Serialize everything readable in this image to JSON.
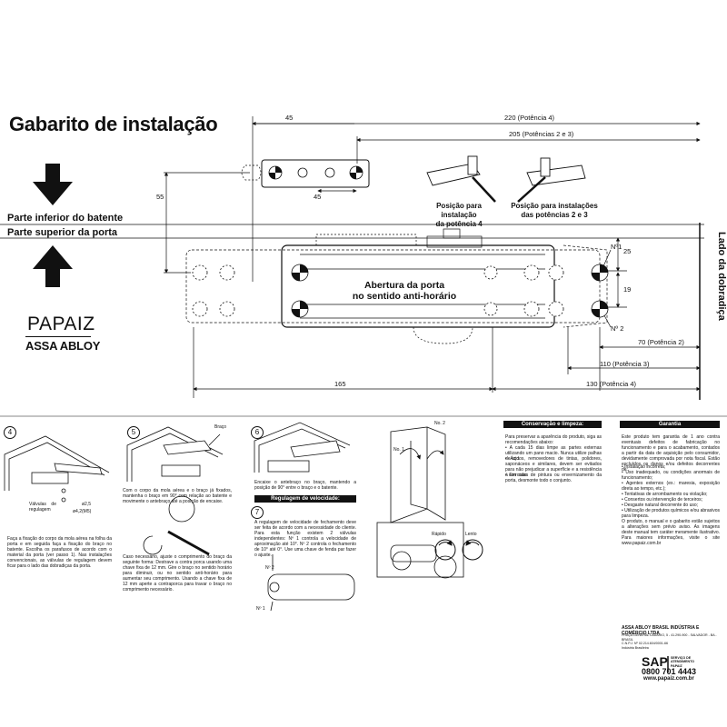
{
  "title": "Gabarito de instalação",
  "labels": {
    "batente": "Parte inferior do batente",
    "porta": "Parte superior da porta",
    "lado": "Lado da dobradiça",
    "pos4": [
      "Posição para instalação",
      "da potência 4"
    ],
    "pos23": [
      "Posição para instalações",
      "das potências 2 e 3"
    ],
    "abertura": [
      "Abertura da porta",
      "no sentido anti-horário"
    ],
    "n1": "Nº1",
    "n2": "Nº 2"
  },
  "brand": {
    "name": "PAPAIZ",
    "group": "ASSA ABLOY"
  },
  "dimensions": {
    "d45a": "45",
    "d45b": "45",
    "d55": "55",
    "d220": "220 (Potência 4)",
    "d205": "205 (Potências 2 e 3)",
    "d25": "25",
    "d19": "19",
    "d70": "70 (Potência 2)",
    "d110": "110 (Potência 3)",
    "d130": "130 (Potência 4)",
    "d165": "165"
  },
  "steps": {
    "s4": "4",
    "s5": "5",
    "s6": "6",
    "s7": "7",
    "braco": "Braço",
    "valvulas": "Válvulas de regulagem",
    "phi25": "ø2,5",
    "phi42": "ø4,2(M5)",
    "text4": "Faça a fixação do corpo da mola aérea na folha da porta e em seguida faça a fixação do braço no batente. Escolha os parafusos de acordo com o material da porta (ver passo 1). Nas instalações convencionais, as válvulas de regulagem devem ficar para o lado das dobradiças da porta.",
    "text5a": "Com o corpo da mola aérea e o braço já fixados, mantenha o braço em 90° com relação ao batente e movimente o antebraço até a posição de encaixe.",
    "text5b": "Caso necessário, ajuste o comprimento do braço da seguinte forma: Destrave a contra porca usando uma chave fixa de 12 mm. Gire o braço no sentido horário para diminuir, ou no sentido anti-horário para aumentar seu comprimento. Usando a chave fixa de 12 mm aperte a contraporca para travar o braço no comprimento necessário.",
    "text6": "Encaixe o antebraço no braço, mantendo a posição de 90° entre o braço e o batente.",
    "reg_hdr": "Regulagem de velocidade:",
    "text7": "A regulagem de velocidade de fechamento deve ser feita de acordo com a necessidade do cliente. Para esta função existem 2 válvulas independentes: Nº 1 controla a velocidade de aproximação até 10°. Nº 2 controla o fechamento de 10° até 0°. Use uma chave de fenda par fazer o ajuste.",
    "n2a": "Nº 2",
    "n1a": "Nº 1",
    "no1": "No. 1",
    "no2": "No. 2",
    "rapido": "Rápido",
    "lento": "Lento"
  },
  "conservacao": {
    "hdr": "Conservação e limpeza:",
    "intro": "Para preservar a aparência do produto, siga as recomendações abaixo:",
    "items": [
      "• A cada 15 dias limpe as partes externas utilizando um pano macio. Nunca utilize palhas de aço.",
      "• Ácidos, removedores de tintas, polidores, saponáceos e similares, devem ser evitados para não prejudicar a superfície e a resistência à corrosão.",
      "• Em caso de pintura ou envernizamento da porta, desmonte todo o conjunto."
    ]
  },
  "garantia": {
    "hdr": "Garantia",
    "text": "Este produto tem garantia de 1 ano contra eventuais defeitos de fabricação no funcionamento e para o acabamento, contados a partir da data de aquisição pelo consumidor, devidamente comprovada por nota fiscal. Estão excluídos os danos e/ou defeitos decorrentes de:",
    "items": [
      "• Instalação incorreta;",
      "• Uso inadequado, ou condições anormais de funcionamento;",
      "• Agentes externos (ex.: maresia, exposição direta ao tempo, etc.);",
      "• Tentativas de arrombamento ou violação;",
      "• Consertos ou intervenção de terceiros;",
      "• Desgaste natural decorrente do uso;",
      "• Utilização de produtos químicos e/ou abrasivos para limpeza."
    ],
    "footer": "O produto, o manual e o gabarito estão sujeitos a alterações sem prévio aviso. As imagens deste manual tem caráter meramente ilustrativo. Para maiores informações, visite o site www.papaiz.com.br"
  },
  "company": {
    "name": "ASSA ABLOY BRASIL INDÚSTRIA E COMÉRCIO LTDA",
    "addr": "PRAÇA GENERAL LADÁRIO, 5 - 41.290-900 - SALVADOR - BA - BRASIL",
    "cnpj": "C.N.P.J. Nº 02.214.604/0001-66",
    "made": "Indústria Brasileira",
    "sap": "SAP",
    "sap_sub": [
      "SERVIÇO DE",
      "ATENDIMENTO",
      "PAPAIZ"
    ],
    "phone": "0800 701 4443",
    "site": "www.papaiz.com.br"
  }
}
